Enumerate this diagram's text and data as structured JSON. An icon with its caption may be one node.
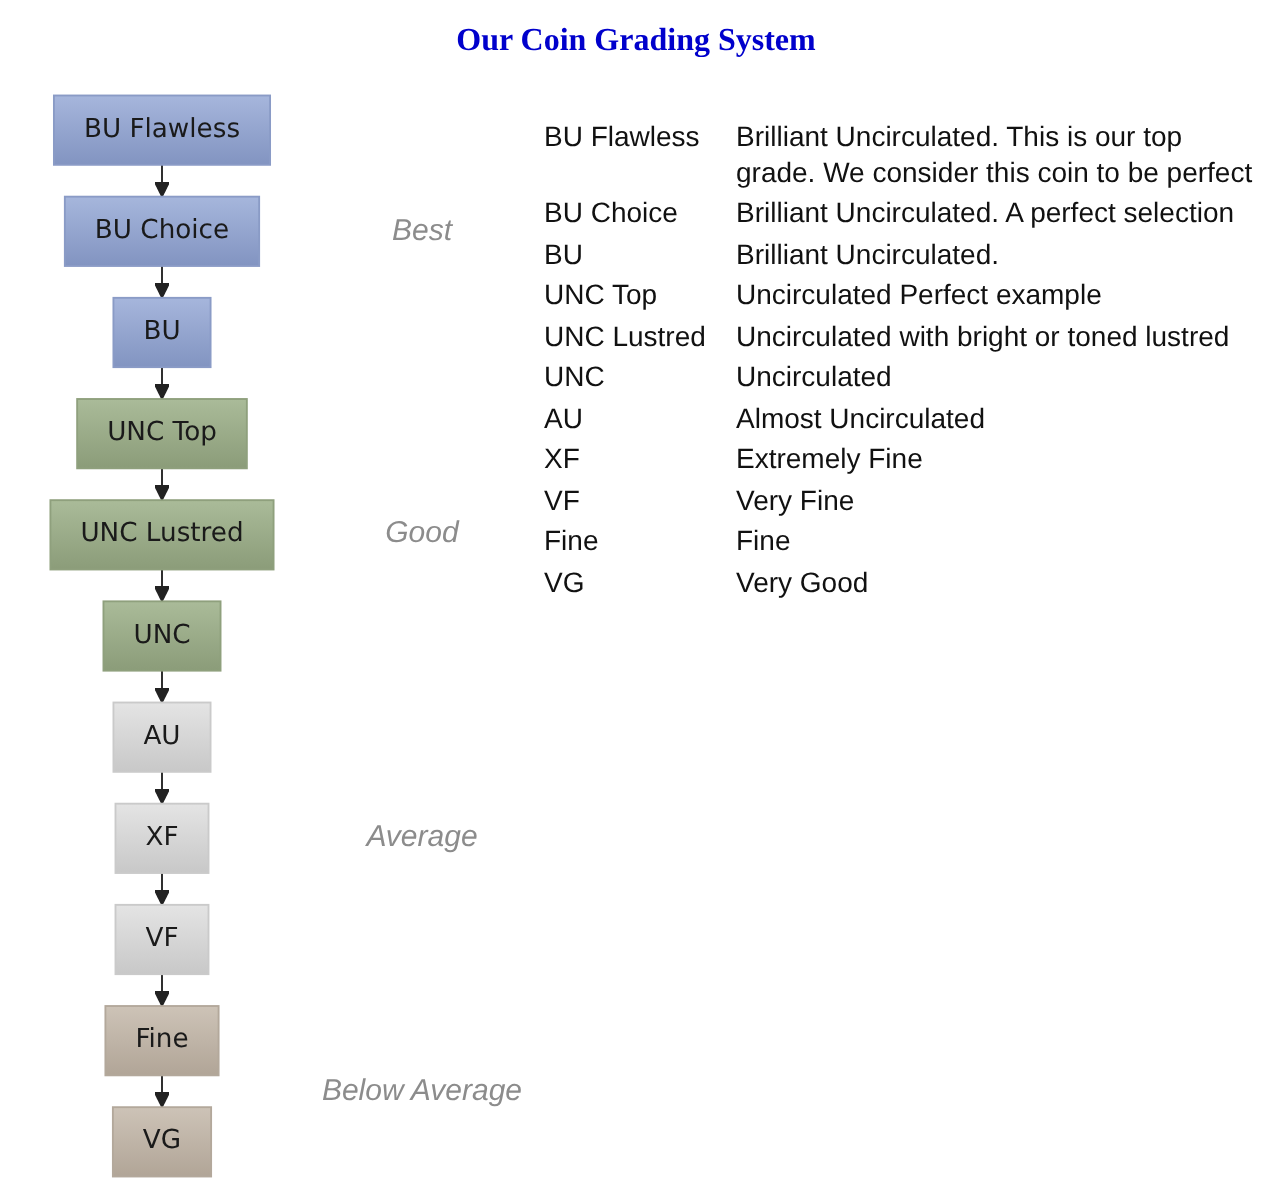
{
  "diagram": {
    "title": "Our Coin Grading System",
    "nodes": [
      {
        "text": [
          "BU Flawless"
        ]
      },
      {
        "text": [
          "BU Choice"
        ]
      },
      {
        "text": [
          "BU"
        ]
      },
      {
        "text": [
          "UNC Top"
        ]
      },
      {
        "text": [
          "UNC Lustred"
        ]
      },
      {
        "text": [
          "UNC"
        ]
      },
      {
        "text": [
          "AU"
        ]
      },
      {
        "text": [
          "XF"
        ]
      },
      {
        "text": [
          "VF"
        ]
      },
      {
        "text": [
          "Fine"
        ]
      },
      {
        "text": [
          "VG"
        ]
      }
    ],
    "edges": [
      {
        "from": 0,
        "to": 1,
        "arrow": "to"
      },
      {
        "from": 1,
        "to": 2,
        "arrow": "to"
      },
      {
        "from": 2,
        "to": 3,
        "arrow": "to"
      },
      {
        "from": 3,
        "to": 4,
        "arrow": "to"
      },
      {
        "from": 4,
        "to": 5,
        "arrow": "to"
      },
      {
        "from": 5,
        "to": 6,
        "arrow": "to"
      },
      {
        "from": 6,
        "to": 7,
        "arrow": "to"
      },
      {
        "from": 7,
        "to": 8,
        "arrow": "to"
      },
      {
        "from": 8,
        "to": 9,
        "arrow": "to"
      },
      {
        "from": 9,
        "to": 10,
        "arrow": "to"
      }
    ],
    "labels": [
      "Best",
      "Good",
      "Average",
      "Below Average",
      "BU Flawless",
      "Brilliant Uncirculated. This is our top grade. We consider this coin to be perfect",
      "BU Choice",
      "Brilliant Uncirculated. A perfect selection",
      "BU",
      "Brilliant Uncirculated.",
      "UNC Top",
      "Uncirculated Perfect example",
      "UNC Lustred",
      "Uncirculated with bright or toned lustred",
      "UNC",
      "Uncirculated",
      "AU",
      "Almost Uncirculated",
      "XF",
      "Extremely Fine",
      "VF",
      "Very Fine",
      "Fine",
      "Fine",
      "VG",
      "Very Good"
    ]
  }
}
